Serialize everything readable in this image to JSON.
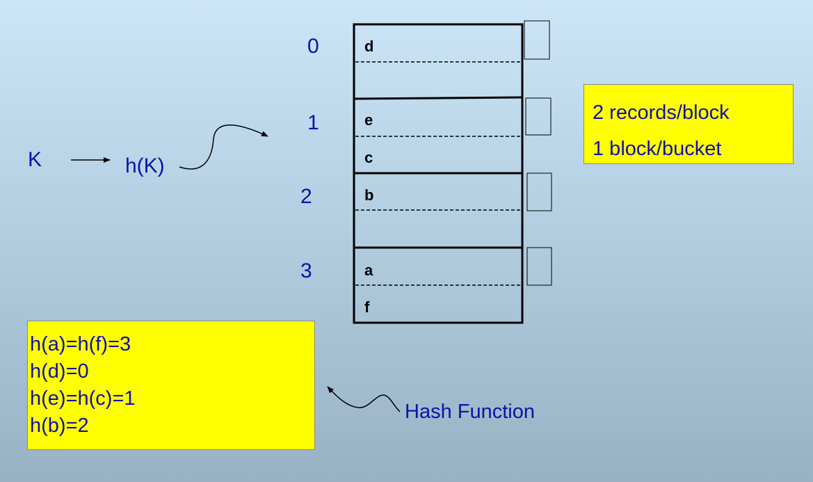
{
  "input": {
    "key": "K",
    "hash_call": "h(K)"
  },
  "buckets": [
    {
      "number": "0",
      "records": [
        "d",
        ""
      ]
    },
    {
      "number": "1",
      "records": [
        "e",
        "c"
      ]
    },
    {
      "number": "2",
      "records": [
        "b",
        ""
      ]
    },
    {
      "number": "3",
      "records": [
        "a",
        "f"
      ]
    }
  ],
  "parameters": {
    "line1": "2 records/block",
    "line2": "1 block/bucket"
  },
  "hash_values": {
    "lines": [
      "h(a)=h(f)=3",
      "h(d)=0",
      "h(e)=h(c)=1",
      "h(b)=2"
    ]
  },
  "hash_function_label": "Hash Function",
  "colors": {
    "text_blue": "#1010a8",
    "box_yellow": "#ffff00"
  }
}
